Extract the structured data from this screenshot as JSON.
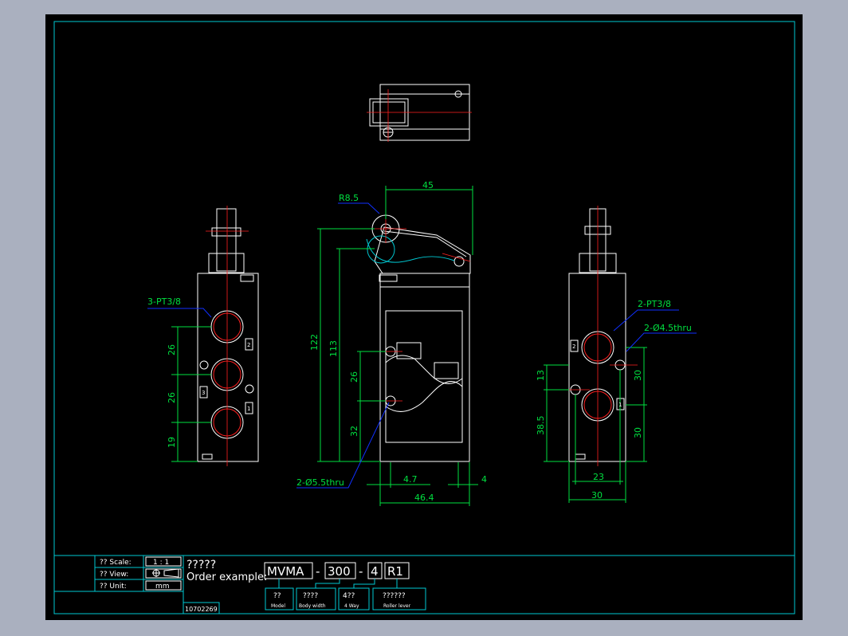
{
  "colors": {
    "background": "#000000",
    "outer": "#aab0bf",
    "frame": "#00c8d2",
    "outline": "#ffffff",
    "center": "#ff2020",
    "dimension": "#00e040",
    "leader": "#1030ff",
    "title_text": "#ffffff"
  },
  "dims": {
    "d45": "45",
    "r85": "R8.5",
    "d122": "122",
    "d113": "113",
    "d26c": "26",
    "d32": "32",
    "d47": "4.7",
    "d4": "4",
    "d464": "46.4",
    "holes_center": "2-Ø5.5thru",
    "ports_left": "3-PT3/8",
    "l26a": "26",
    "l26b": "26",
    "l19": "19",
    "ports_right": "2-PT3/8",
    "holes_right": "2-Ø4.5thru",
    "r13": "13",
    "r385": "38.5",
    "r30a": "30",
    "r30b": "30",
    "r23": "23",
    "r30w": "30"
  },
  "port_labels": {
    "left_top": "2",
    "left_mid": "3",
    "left_bot": "1",
    "right_top": "2",
    "right_bot": "1"
  },
  "title_block": {
    "scale_label": "?? Scale:",
    "scale_value": "1 : 1",
    "view_label": "?? View:",
    "view_icon": "first-angle-projection-icon",
    "unit_label": "?? Unit:",
    "unit_value": "mm",
    "drawing_no": "10702269",
    "heading": "?????",
    "order_label": "Order example:",
    "code": [
      "MVMA",
      "300",
      "4",
      "R1"
    ],
    "dashes": [
      "-",
      "-"
    ],
    "legend": [
      {
        "top": "??",
        "bottom": "Model"
      },
      {
        "top": "????",
        "bottom": "Body width"
      },
      {
        "top": "4??",
        "bottom": "4 Way"
      },
      {
        "top": "??????",
        "bottom": "Roller lever"
      }
    ]
  }
}
